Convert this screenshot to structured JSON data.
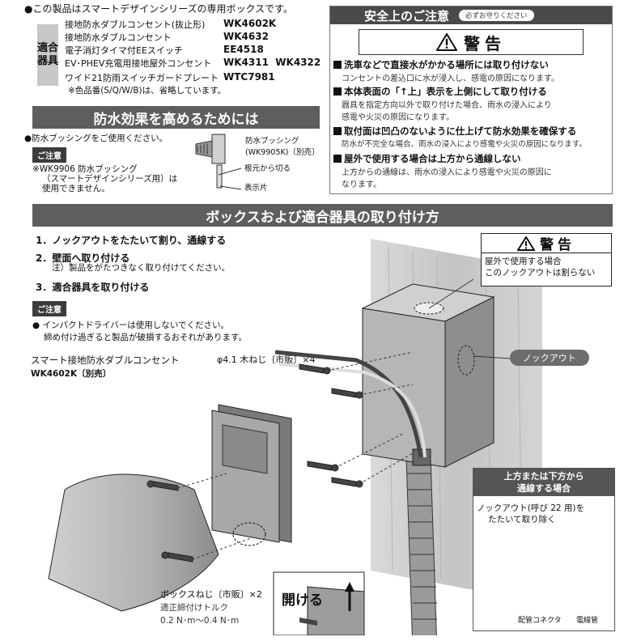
{
  "intro": "●この製品はスマートデザインシリーズの専用ボックスです。",
  "compat": {
    "label": "適合\n器具",
    "rows": [
      {
        "name": "接地防水ダブルコンセント(抜止形)",
        "code": "WK4602K"
      },
      {
        "name": "接地防水ダブルコンセント",
        "code": "WK4632"
      },
      {
        "name": "電子消灯タイマ付EEスイッチ",
        "code": "EE4518"
      },
      {
        "name": "EV･PHEV充電用接地屋外コンセント",
        "code": "WK4311  WK4322"
      },
      {
        "name": "ワイド21防雨スイッチガードプレート",
        "code": "WTC7981"
      }
    ],
    "footnote": "※色品番(S/Q/W/B)は、省略しています。"
  },
  "waterproof": {
    "title": "防水効果を高めるためには",
    "bullet": "●防水ブッシングをご使用ください。",
    "notice": "ご注意",
    "note_lines": [
      "※WK9906 防水ブッシング",
      "（スマートデザインシリーズ用）は",
      "使用できません。"
    ],
    "bushing_label_1": "防水ブッシング",
    "bushing_label_2": "(WK9905K)〔別売〕",
    "cut_label": "根元から切る",
    "tab_label": "表示片"
  },
  "safety": {
    "title": "安全上のご注意",
    "pill": "必ずお守りください",
    "warning": "警告",
    "items": [
      {
        "head": "洗車などで直接水がかかる場所には取り付けない",
        "body": [
          "コンセントの差込口に水が浸入し、感電の原因になります。"
        ]
      },
      {
        "head": "本体表面の「↑上」表示を上側にして取り付ける",
        "body": [
          "器具を指定方向以外で取り付けた場合、雨水の浸入により",
          "感電や火災の原因になります。"
        ]
      },
      {
        "head": "取付面は凹凸のないように仕上げて防水効果を確保する",
        "body": [
          "防水が不完全な場合、雨水の浸入により感電や火災の原因になります。"
        ]
      },
      {
        "head": "屋外で使用する場合は上方から通線しない",
        "body": [
          "上方からの通線は、雨水の浸入により感電や火災の原因に",
          "なります。"
        ]
      }
    ]
  },
  "install": {
    "title": "ボックスおよび適合器具の取り付け方",
    "steps": [
      "1．ノックアウトをたたいて割り、通線する",
      "2．壁面へ取り付ける",
      "注）製品をがたつきなく取り付けてください。",
      "3．適合器具を取り付ける"
    ],
    "notice": "ご注意",
    "caution_lines": [
      "● インパクトドライバーは使用しないでください。",
      "締め付け過ぎると製品が破損するおそれがあります。"
    ],
    "product_name": "スマート接地防水ダブルコンセント",
    "product_code": "WK4602K〔別売〕",
    "wood_screw": "φ4.1 木ねじ〔市販〕×4",
    "box_screw": "ボックスねじ〔市販〕×2",
    "torque_label": "適正締付けトルク",
    "torque_value": "0.2 N･m〜0.4 N･m",
    "open_label": "開ける",
    "knockout_label": "ノックアウト",
    "warning": "警告",
    "warning_lines": [
      "屋外で使用する場合",
      "このノックアウトは割らない"
    ],
    "inset_title": [
      "上方または下方から",
      "通線する場合"
    ],
    "inset_text": [
      "ノックアウト(呼び 22 用)を",
      "たたいて取り除く"
    ],
    "connector_label": "配管コネクタ",
    "conduit_label": "電線管"
  }
}
